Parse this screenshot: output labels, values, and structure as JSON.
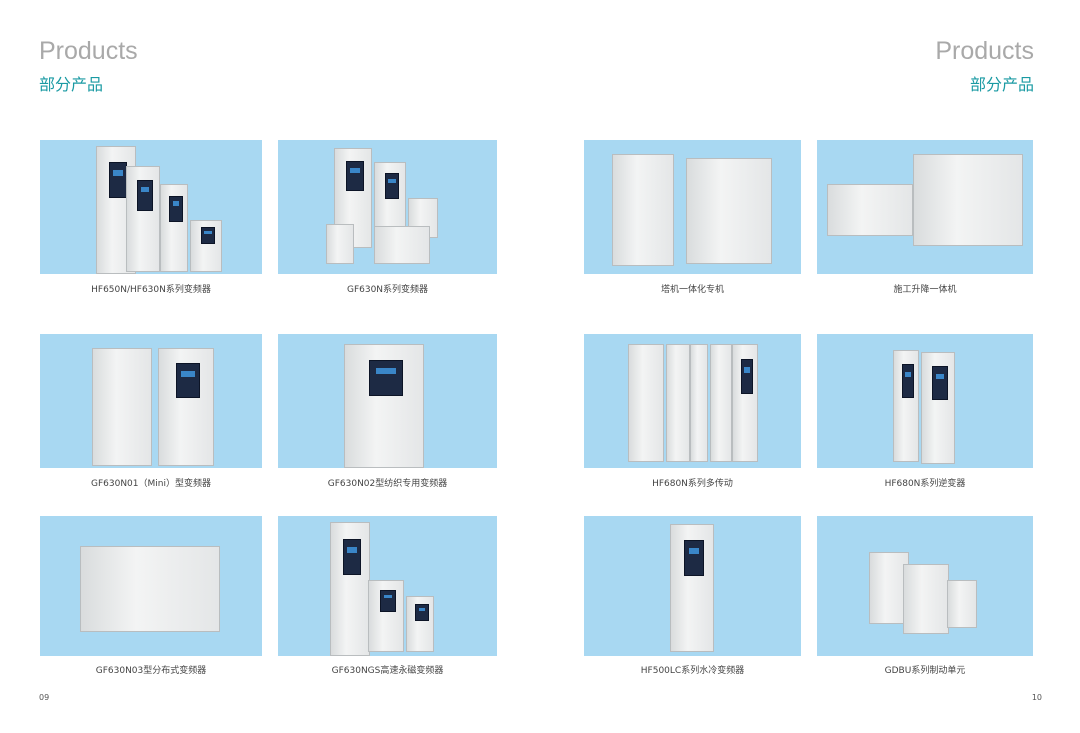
{
  "left_page": {
    "title_en": "Products",
    "title_cn": "部分产品",
    "page_number": "09"
  },
  "right_page": {
    "title_en": "Products",
    "title_cn": "部分产品",
    "page_number": "10"
  },
  "products": [
    {
      "caption": "HF650N/HF630N系列变频器"
    },
    {
      "caption": "GF630N系列变频器"
    },
    {
      "caption": "塔机一体化专机"
    },
    {
      "caption": "施工升降一体机"
    },
    {
      "caption": "GF630N01（Mini）型变频器"
    },
    {
      "caption": "GF630N02型纺织专用变频器"
    },
    {
      "caption": "HF680N系列多传动"
    },
    {
      "caption": "HF680N系列逆变器"
    },
    {
      "caption": "GF630N03型分布式变频器"
    },
    {
      "caption": "GF630NGS高速永磁变频器"
    },
    {
      "caption": "HF500LC系列水冷变频器"
    },
    {
      "caption": "GDBU系列制动单元"
    }
  ],
  "colors": {
    "accent": "#1a9aa3",
    "card_bg": "#a8d8f2"
  }
}
